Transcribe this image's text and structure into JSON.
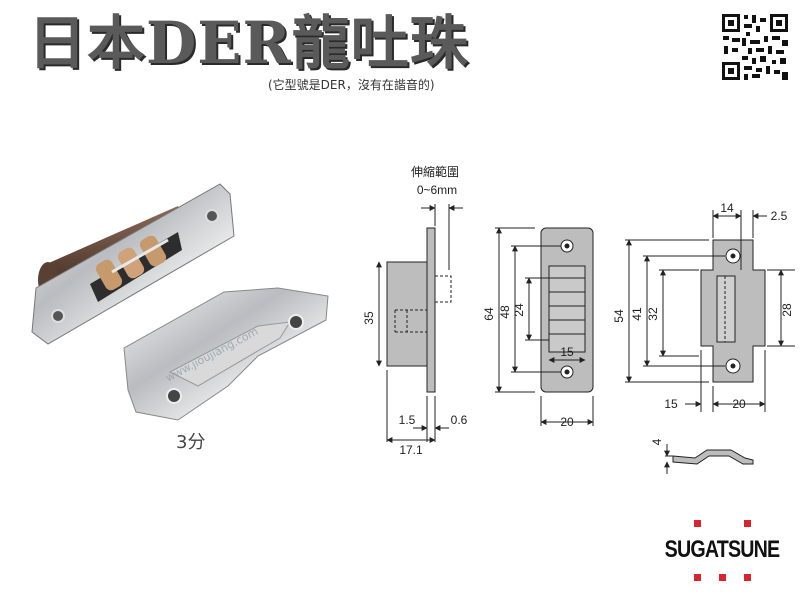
{
  "header": {
    "title": "日本DER龍吐珠",
    "subtitle": "(它型號是DER，沒有在諧音的)"
  },
  "photo": {
    "watermark": "www.jioujiang.com",
    "caption": "3分"
  },
  "drawing": {
    "side_view": {
      "range_label": "伸縮範圍",
      "range_value": "0~6mm",
      "dims": {
        "height": "35",
        "t1": "1.5",
        "t2": "0.6",
        "depth": "17.1"
      }
    },
    "front_view": {
      "dims": {
        "h_total": "64",
        "h_mid": "48",
        "h_inner": "24",
        "w_roller": "15",
        "w_total": "20"
      }
    },
    "strike_view": {
      "dims": {
        "top_w": "14",
        "top_off": "2.5",
        "h_total": "54",
        "h_mid": "41",
        "h_inner": "32",
        "h_right": "28",
        "bot_l": "15",
        "bot_r": "20",
        "thick": "4"
      }
    }
  },
  "logo": {
    "text": "SUGATSUNE",
    "color": "#d9232d"
  }
}
